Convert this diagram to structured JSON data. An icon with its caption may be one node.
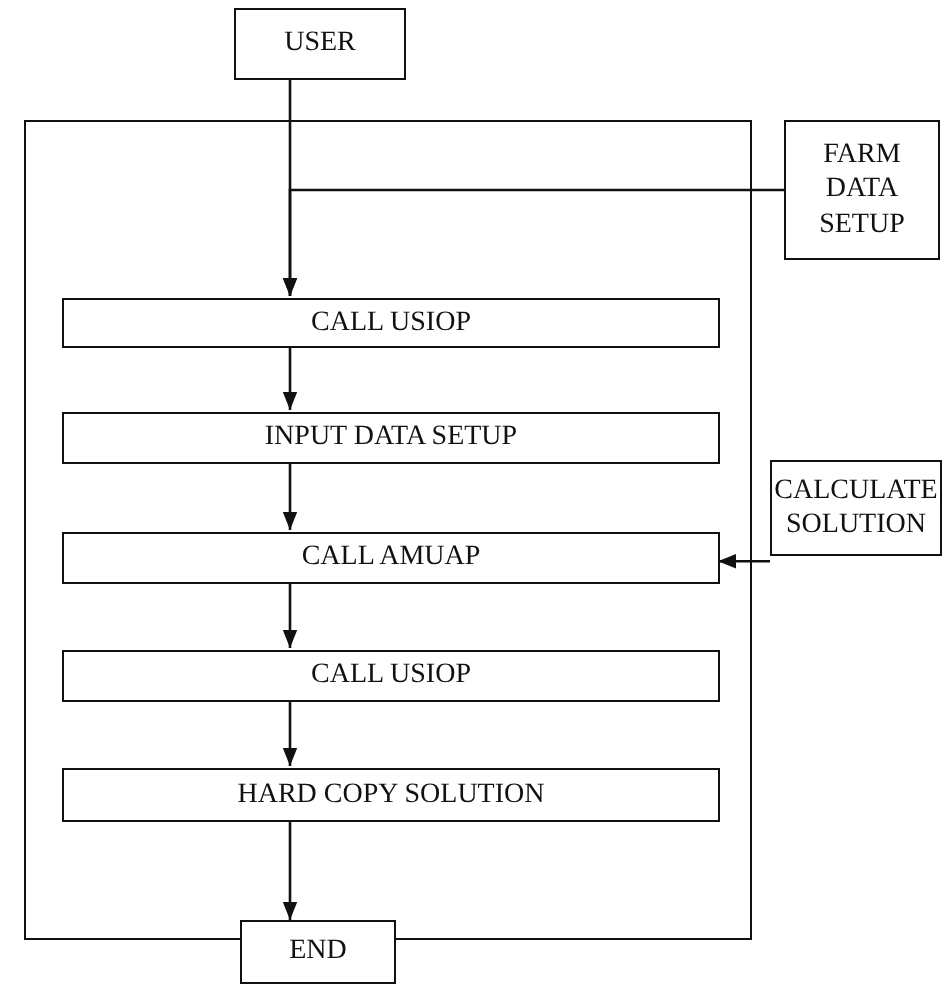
{
  "diagram": {
    "nodes": [
      {
        "text": [
          "USER"
        ]
      },
      {
        "text": [],
        "shape": "box"
      },
      {
        "text": [
          "FARM DATA SETUP"
        ]
      },
      {
        "text": [
          "CALL USIOP"
        ],
        "in": 1
      },
      {
        "text": [
          "INPUT DATA SETUP"
        ],
        "in": 1
      },
      {
        "text": [
          "CALL AMUAP"
        ],
        "in": 1
      },
      {
        "text": [
          "CALCULATE SOLUTION"
        ]
      },
      {
        "text": [
          "CALL USIOP"
        ],
        "in": 1
      },
      {
        "text": [
          "HARD COPY SOLUTION"
        ],
        "in": 1
      },
      {
        "text": [
          "END"
        ]
      }
    ],
    "edges": [
      {
        "from": 0,
        "to": 3,
        "arrow": "to"
      },
      {
        "from": 2,
        "to": 3,
        "arrow": "to"
      },
      {
        "from": 3,
        "to": 4,
        "arrow": "to"
      },
      {
        "from": 4,
        "to": 5,
        "arrow": "to"
      },
      {
        "from": 6,
        "to": 5,
        "arrow": "to"
      },
      {
        "from": 5,
        "to": 7,
        "arrow": "to"
      },
      {
        "from": 7,
        "to": 8,
        "arrow": "to"
      },
      {
        "from": 8,
        "to": 9,
        "arrow": "to"
      }
    ]
  }
}
